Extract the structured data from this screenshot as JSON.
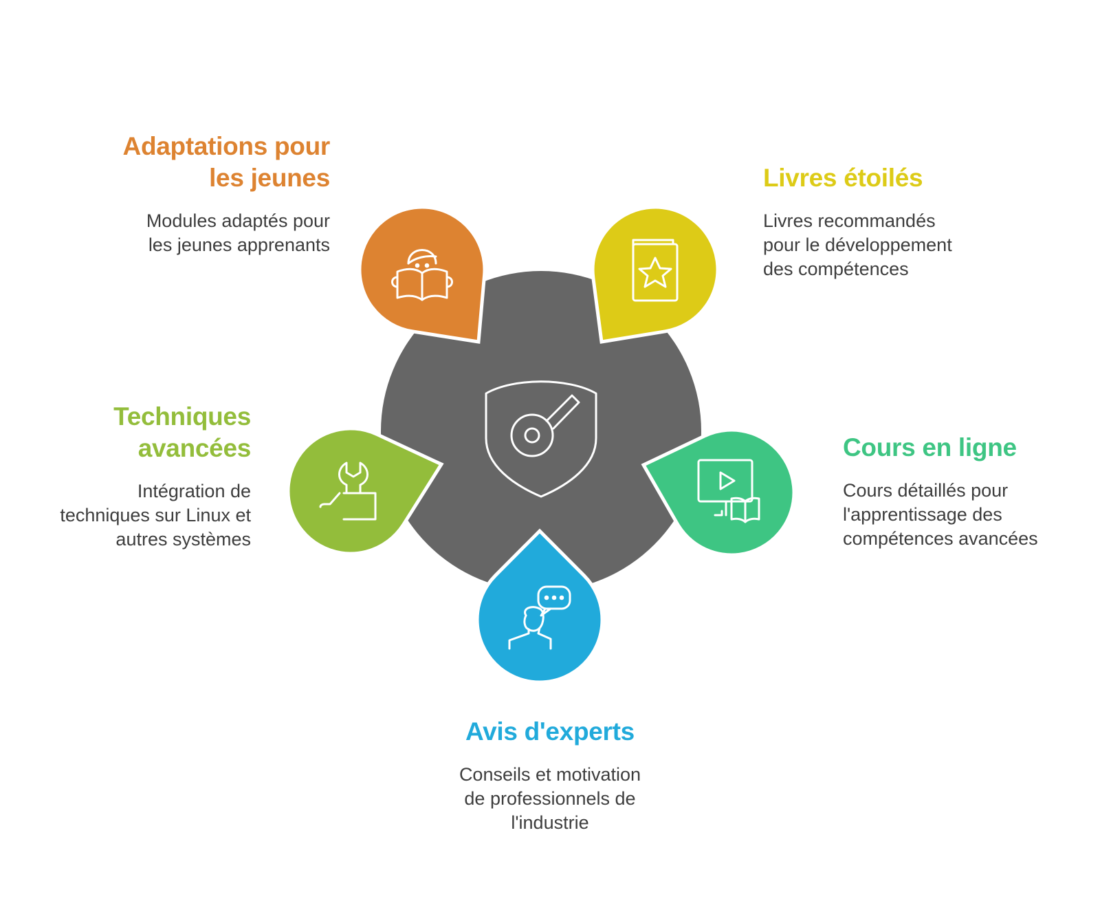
{
  "colors": {
    "center": "#666666",
    "orange": "#DD8331",
    "yellow": "#DDCB17",
    "green_light": "#93BD3B",
    "green_teal": "#3EC583",
    "blue": "#21AADB"
  },
  "center": {
    "icon": "shield-key-icon"
  },
  "items": [
    {
      "key": "jeunes",
      "title": "Adaptations pour\nles jeunes",
      "description": "Modules adaptés pour\nles jeunes apprenants",
      "icon": "child-reading-icon",
      "color": "#DD8331"
    },
    {
      "key": "livres",
      "title": "Livres étoilés",
      "description": "Livres recommandés\npour le développement\ndes compétences",
      "icon": "star-book-icon",
      "color": "#DDCB17"
    },
    {
      "key": "techniques",
      "title": "Techniques\navancées",
      "description": "Intégration de\ntechniques sur Linux et\nautres systèmes",
      "icon": "wrench-hand-icon",
      "color": "#93BD3B"
    },
    {
      "key": "cours",
      "title": "Cours en ligne",
      "description": "Cours détaillés pour\nl'apprentissage des\ncompétences avancées",
      "icon": "video-lesson-icon",
      "color": "#3EC583"
    },
    {
      "key": "experts",
      "title": "Avis d'experts",
      "description": "Conseils et motivation\nde professionnels de\nl'industrie",
      "icon": "expert-chat-icon",
      "color": "#21AADB"
    }
  ]
}
